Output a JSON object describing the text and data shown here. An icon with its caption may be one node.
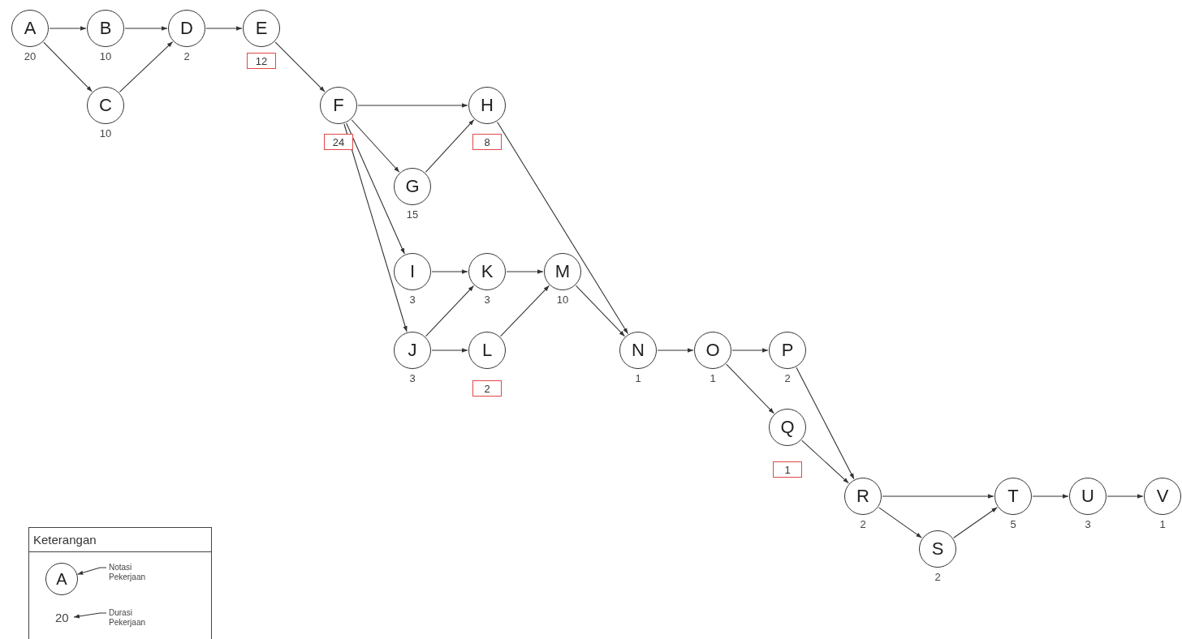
{
  "diagram": {
    "nodes": [
      {
        "text": [
          "A"
        ],
        "beside": [
          "20"
        ]
      },
      {
        "text": [
          "B"
        ],
        "beside": [
          "10"
        ]
      },
      {
        "text": [
          "C"
        ],
        "beside": [
          "10"
        ]
      },
      {
        "text": [
          "D"
        ],
        "beside": [
          "2"
        ]
      },
      {
        "text": [
          "E"
        ]
      },
      {
        "text": [
          "12"
        ]
      },
      {
        "text": [
          "F"
        ]
      },
      {
        "text": [
          "24"
        ]
      },
      {
        "text": [
          "H"
        ]
      },
      {
        "text": [
          "8"
        ]
      },
      {
        "text": [
          "G"
        ],
        "beside": [
          "15"
        ]
      },
      {
        "text": [
          "I"
        ],
        "beside": [
          "3"
        ]
      },
      {
        "text": [
          "J"
        ],
        "beside": [
          "3"
        ]
      },
      {
        "text": [
          "K"
        ],
        "beside": [
          "3"
        ]
      },
      {
        "text": [
          "L"
        ]
      },
      {
        "text": [
          "2"
        ]
      },
      {
        "text": [
          "M"
        ],
        "beside": [
          "10"
        ]
      },
      {
        "text": [
          "N"
        ],
        "beside": [
          "1"
        ]
      },
      {
        "text": [
          "O"
        ],
        "beside": [
          "1"
        ]
      },
      {
        "text": [
          "P"
        ],
        "beside": [
          "2"
        ]
      },
      {
        "text": [
          "Q"
        ]
      },
      {
        "text": [
          "1"
        ]
      },
      {
        "text": [
          "R"
        ],
        "beside": [
          "2"
        ]
      },
      {
        "text": [
          "S"
        ],
        "beside": [
          "2"
        ]
      },
      {
        "text": [
          "T"
        ],
        "beside": [
          "5"
        ]
      },
      {
        "text": [
          "U"
        ],
        "beside": [
          "3"
        ]
      },
      {
        "text": [
          "V"
        ],
        "beside": [
          "1"
        ]
      },
      {
        "text": [
          "Keterangan"
        ]
      },
      {
        "text": [
          "A"
        ],
        "in": 27
      },
      {
        "text": [
          "Notasi Pekerjaan"
        ],
        "in": 27
      },
      {
        "text": [
          "20"
        ],
        "in": 27
      },
      {
        "text": [
          "Durasi Pekerjaan"
        ],
        "in": 27
      }
    ],
    "edges": [
      {
        "from": 0,
        "to": 1,
        "arrow": "to"
      },
      {
        "from": 0,
        "to": 2,
        "arrow": "to"
      },
      {
        "from": 1,
        "to": 3,
        "arrow": "to"
      },
      {
        "from": 2,
        "to": 3,
        "arrow": "to"
      },
      {
        "from": 3,
        "to": 4,
        "arrow": "to"
      },
      {
        "from": 4,
        "to": 6,
        "arrow": "to"
      },
      {
        "from": 6,
        "to": 8,
        "arrow": "to"
      },
      {
        "from": 6,
        "to": 10,
        "arrow": "to"
      },
      {
        "from": 6,
        "to": 11,
        "arrow": "to"
      },
      {
        "from": 6,
        "to": 12,
        "arrow": "to"
      },
      {
        "from": 10,
        "to": 8,
        "arrow": "to"
      },
      {
        "from": 8,
        "to": 17,
        "arrow": "to"
      },
      {
        "from": 11,
        "to": 13,
        "arrow": "to"
      },
      {
        "from": 12,
        "to": 13,
        "arrow": "to"
      },
      {
        "from": 12,
        "to": 14,
        "arrow": "to"
      },
      {
        "from": 13,
        "to": 16,
        "arrow": "to"
      },
      {
        "from": 14,
        "to": 16,
        "arrow": "to"
      },
      {
        "from": 16,
        "to": 17,
        "arrow": "to"
      },
      {
        "from": 17,
        "to": 18,
        "arrow": "to"
      },
      {
        "from": 18,
        "to": 19,
        "arrow": "to"
      },
      {
        "from": 18,
        "to": 20,
        "arrow": "to"
      },
      {
        "from": 19,
        "to": 22,
        "arrow": "to"
      },
      {
        "from": 20,
        "to": 22,
        "arrow": "to"
      },
      {
        "from": 22,
        "to": 24,
        "arrow": "to"
      },
      {
        "from": 22,
        "to": 23,
        "arrow": "to"
      },
      {
        "from": 23,
        "to": 24,
        "arrow": "to"
      },
      {
        "from": 24,
        "to": 25,
        "arrow": "to"
      },
      {
        "from": 25,
        "to": 26,
        "arrow": "to"
      },
      {
        "from": 29,
        "to": 28,
        "arrow": "to"
      },
      {
        "from": 31,
        "to": 30,
        "arrow": "to"
      }
    ]
  }
}
